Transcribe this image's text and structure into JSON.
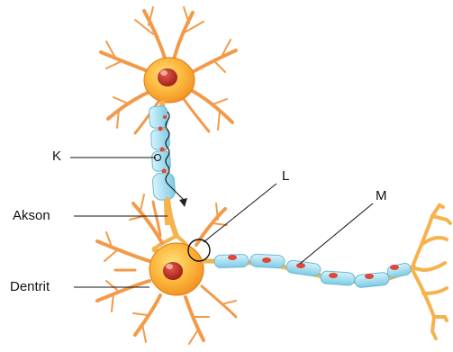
{
  "diagram": {
    "labels": {
      "k": "K",
      "l": "L",
      "m": "M",
      "akson": "Akson",
      "dentrit": "Dentrit"
    }
  }
}
